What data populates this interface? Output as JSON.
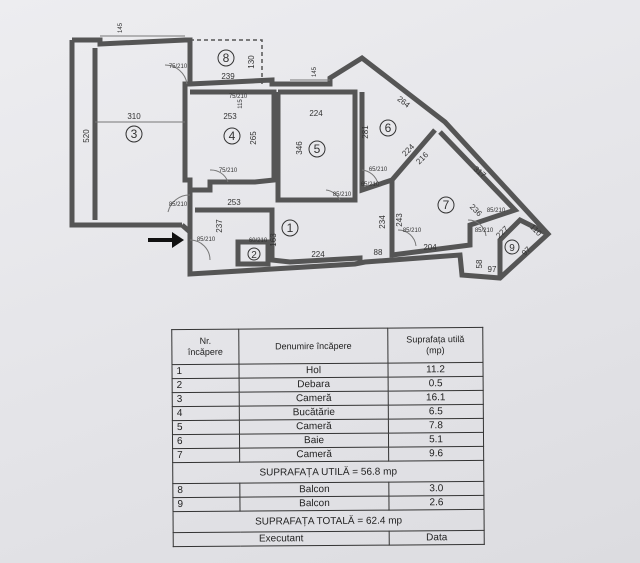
{
  "plan": {
    "dimensions": [
      "310",
      "520",
      "253",
      "265",
      "224",
      "346",
      "239",
      "130",
      "281",
      "264",
      "224",
      "216",
      "317",
      "236",
      "253",
      "237",
      "163",
      "224",
      "88",
      "234",
      "243",
      "204",
      "110",
      "97",
      "97",
      "58",
      "227"
    ],
    "doors": [
      "75/210",
      "75/210",
      "75/210",
      "85/210",
      "85/210",
      "85/210",
      "65/210",
      "85/210",
      "85/210",
      "60/210",
      "65/210",
      "85/210",
      "145",
      "115",
      "145"
    ],
    "room_numbers": [
      "1",
      "2",
      "3",
      "4",
      "5",
      "6",
      "7",
      "8",
      "9"
    ]
  },
  "table": {
    "header": {
      "nr_line1": "Nr.",
      "nr_line2": "încăpere",
      "name": "Denumire încăpere",
      "area_line1": "Suprafața utilă",
      "area_line2": "(mp)"
    },
    "rooms": [
      {
        "nr": "1",
        "name": "Hol",
        "area": "11.2"
      },
      {
        "nr": "2",
        "name": "Debara",
        "area": "0.5"
      },
      {
        "nr": "3",
        "name": "Cameră",
        "area": "16.1"
      },
      {
        "nr": "4",
        "name": "Bucătărie",
        "area": "6.5"
      },
      {
        "nr": "5",
        "name": "Cameră",
        "area": "7.8"
      },
      {
        "nr": "6",
        "name": "Baie",
        "area": "5.1"
      },
      {
        "nr": "7",
        "name": "Cameră",
        "area": "9.6"
      }
    ],
    "useful_total": "SUPRAFAȚA UTILĂ = 56.8 mp",
    "balconies": [
      {
        "nr": "8",
        "name": "Balcon",
        "area": "3.0"
      },
      {
        "nr": "9",
        "name": "Balcon",
        "area": "2.6"
      }
    ],
    "grand_total": "SUPRAFAȚA TOTALĂ = 62.4 mp",
    "footer": {
      "executant": "Executant",
      "date": "Data"
    }
  }
}
